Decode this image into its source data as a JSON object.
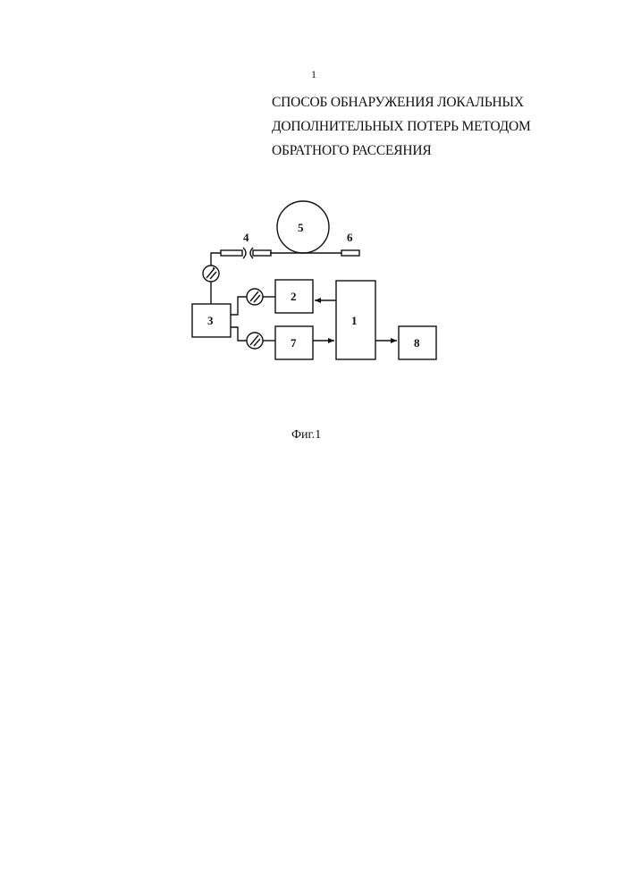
{
  "page": {
    "page_number": "1"
  },
  "title": {
    "lines": [
      "СПОСОБ ОБНАРУЖЕНИЯ ЛОКАЛЬНЫХ",
      "ДОПОЛНИТЕЛЬНЫХ ПОТЕРЬ МЕТОДОМ",
      "ОБРАТНОГО РАССЕЯНИЯ"
    ]
  },
  "figure": {
    "caption": "Фиг.1",
    "labels": {
      "block_1": "1",
      "block_2": "2",
      "block_3": "3",
      "connector_4": "4",
      "fiber_coil_5": "5",
      "fiber_end_6": "6",
      "block_7": "7",
      "block_8": "8"
    }
  }
}
